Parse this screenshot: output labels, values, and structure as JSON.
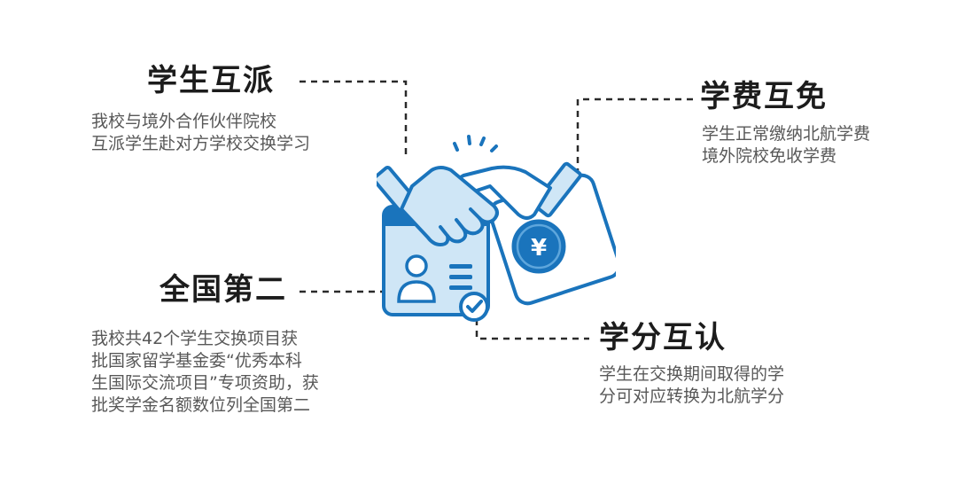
{
  "blocks": {
    "exchange": {
      "title": "学生互派",
      "lines": [
        "我校与境外合作伙伴院校",
        "互派学生赴对方学校交换学习"
      ]
    },
    "tuition": {
      "title": "学费互免",
      "lines": [
        "学生正常缴纳北航学费",
        "境外院校免收学费"
      ]
    },
    "rank": {
      "title": "全国第二",
      "lines": [
        "我校共42个学生交换项目获",
        "批国家留学基金委“优秀本科",
        "生国际交流项目”专项资助，获",
        "批奖学金名额数位列全国第二"
      ]
    },
    "credit": {
      "title": "学分互认",
      "lines": [
        "学生在交换期间取得的学",
        "分可对应转换为北航学分"
      ]
    }
  },
  "icon": {
    "currency_symbol": "¥"
  },
  "colors": {
    "accent_blue": "#1a74bc",
    "light_blue": "#cfe6f6",
    "line": "#2a2a2a"
  }
}
